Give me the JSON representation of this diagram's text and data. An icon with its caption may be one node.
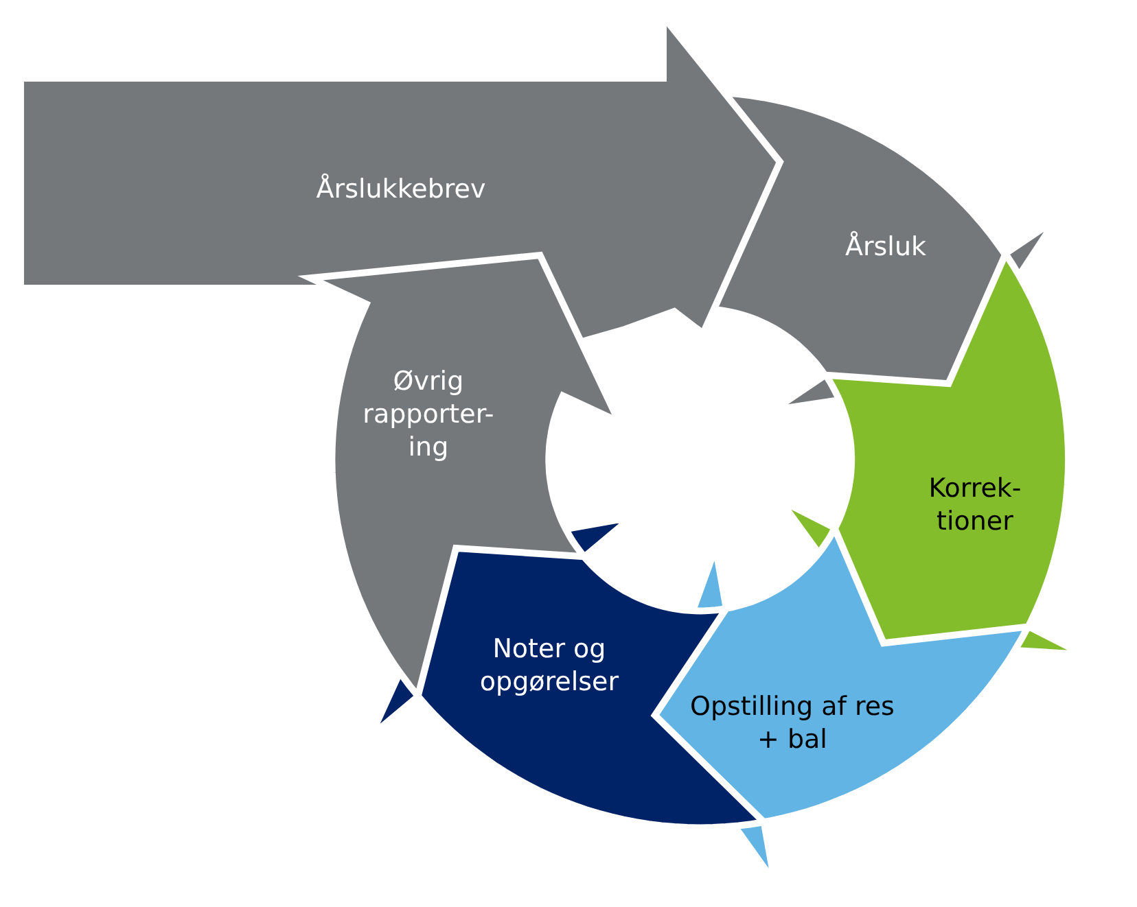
{
  "diagram": {
    "nodes": [
      {
        "text": [
          "Årslukkebrev"
        ]
      },
      {
        "text": [
          "Årsluk"
        ]
      },
      {
        "text": [
          "Korrek- tioner"
        ]
      },
      {
        "text": [
          "Opstilling af res + bal"
        ]
      },
      {
        "text": [
          "Noter og opgørelser"
        ]
      },
      {
        "text": [
          "Øvrig rapporter- ing"
        ]
      }
    ]
  }
}
